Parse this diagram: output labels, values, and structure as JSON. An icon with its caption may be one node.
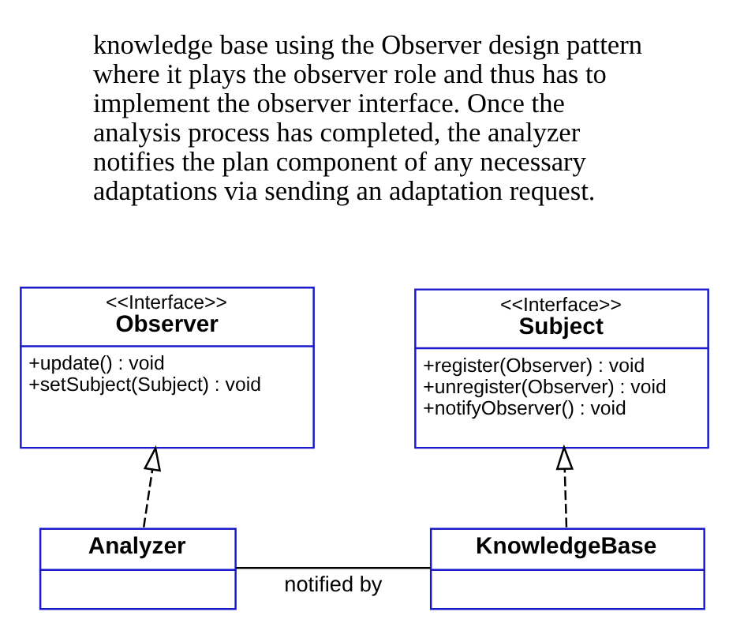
{
  "diagram": {
    "nodes": [
      {
        "text": [
          "<<Interface>>",
          "Observer",
          "+update() : void",
          "+setSubject(Subject) : void"
        ]
      },
      {
        "text": [
          "<<Interface>>",
          "Subject",
          "+register(Observer) : void",
          "+unregister(Observer) : void",
          "+notifyObserver() : void"
        ]
      },
      {
        "text": [
          "Analyzer"
        ]
      },
      {
        "text": [
          "KnowledgeBase"
        ]
      }
    ],
    "edges": [
      {
        "from": 2,
        "to": 0,
        "arrow": "to",
        "style": "dashed"
      },
      {
        "from": 3,
        "to": 1,
        "arrow": "to",
        "style": "dashed"
      },
      {
        "from": 2,
        "to": 3,
        "label": "notified by",
        "arrow": "none"
      }
    ],
    "labels": [
      "knowledge base using the Observer design pattern where it plays the observer role and thus has to implement the observer interface. Once the analysis process has completed, the analyzer notifies the plan component of any necessary adaptations via sending an adaptation request."
    ]
  }
}
